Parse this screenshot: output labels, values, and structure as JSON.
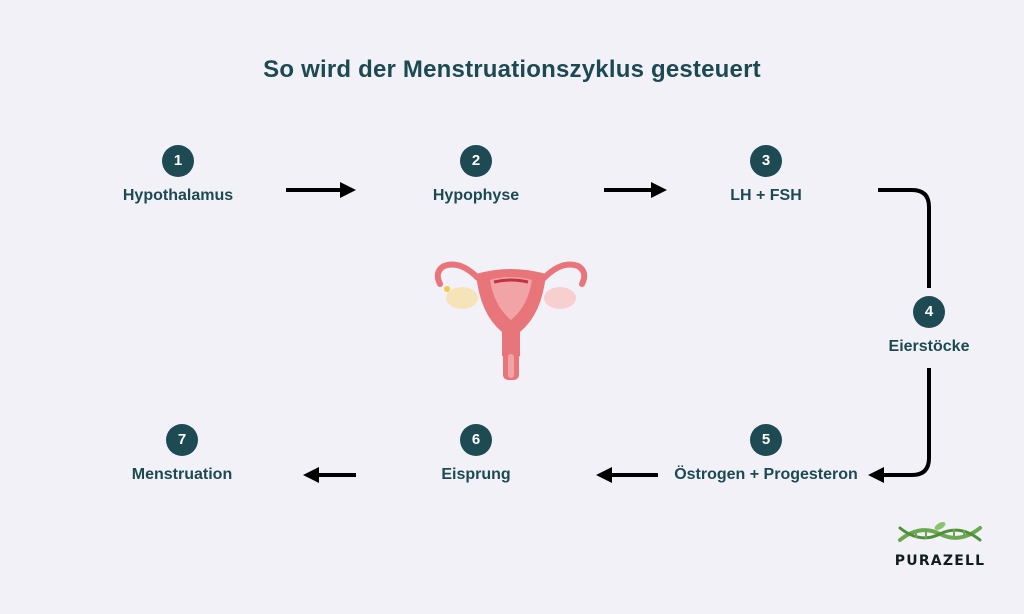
{
  "title": "So wird der Menstruationszyklus gesteuert",
  "steps": [
    {
      "number": "1",
      "label": "Hypothalamus"
    },
    {
      "number": "2",
      "label": "Hypophyse"
    },
    {
      "number": "3",
      "label": "LH + FSH"
    },
    {
      "number": "4",
      "label": "Eierstöcke"
    },
    {
      "number": "5",
      "label": "Östrogen + Progesteron"
    },
    {
      "number": "6",
      "label": "Eisprung"
    },
    {
      "number": "7",
      "label": "Menstruation"
    }
  ],
  "brand": {
    "name": "PURAZELL"
  },
  "colors": {
    "background": "#f2f1f8",
    "badge": "#1e4a53",
    "text": "#1d4a52",
    "arrow": "#000000",
    "uterus": "#e8757a",
    "brand_green": "#6aa84f"
  },
  "icons": {
    "illustration": "uterus-icon",
    "logo": "dna-leaf-icon"
  }
}
